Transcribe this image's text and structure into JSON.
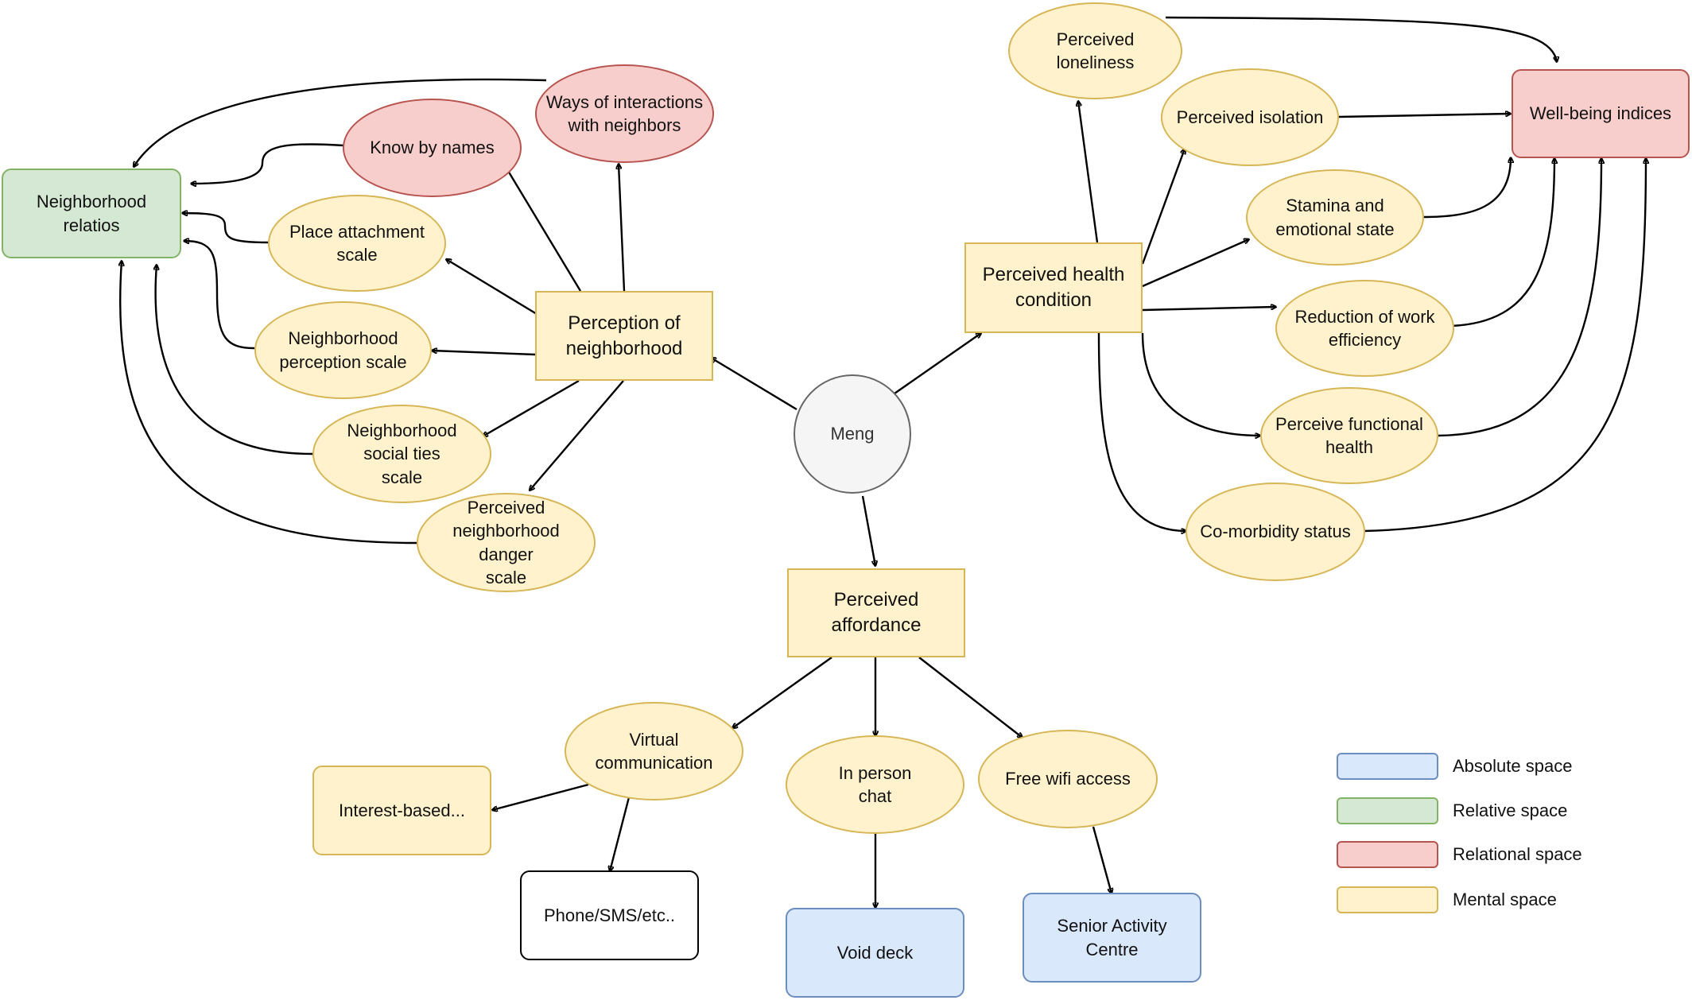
{
  "nodes": {
    "meng": "Meng",
    "perception_neighborhood": "Perception of\nneighborhood",
    "perceived_health": "Perceived health\ncondition",
    "perceived_affordance": "Perceived\naffordance",
    "neighborhood_relatios": "Neighborhood\nrelatios",
    "ways_of_interactions": "Ways of interactions\nwith neighbors",
    "know_by_names": "Know by names",
    "place_attachment": "Place attachment\nscale",
    "neighborhood_perception_scale": "Neighborhood\nperception scale",
    "neighborhood_social_ties": "Neighborhood\nsocial ties\nscale",
    "perceived_danger": "Perceived\nneighborhood danger\nscale",
    "perceived_loneliness": "Perceived loneliness",
    "perceived_isolation": "Perceived isolation",
    "stamina": "Stamina and\nemotional state",
    "reduction_work": "Reduction of work\nefficiency",
    "functional_health": "Perceive functional\nhealth",
    "comorbidity": "Co-morbidity status",
    "wellbeing": "Well-being indices",
    "virtual_communication": "Virtual\ncommunication",
    "in_person_chat": "In person\nchat",
    "free_wifi": "Free wifi access",
    "interest_based": "Interest-based...",
    "phone_sms": "Phone/SMS/etc..",
    "void_deck": "Void deck",
    "senior_activity": "Senior Activity Centre"
  },
  "legend": {
    "absolute": "Absolute space",
    "relative": "Relative space",
    "relational": "Relational space",
    "mental": "Mental space"
  },
  "colors": {
    "mental_fill": "#fff2cc",
    "mental_stroke": "#d6b656",
    "relational_fill": "#f8cecc",
    "relational_stroke": "#b85450",
    "relative_fill": "#d5e8d4",
    "relative_stroke": "#82b366",
    "absolute_fill": "#dae8fc",
    "absolute_stroke": "#6c8ebf"
  }
}
